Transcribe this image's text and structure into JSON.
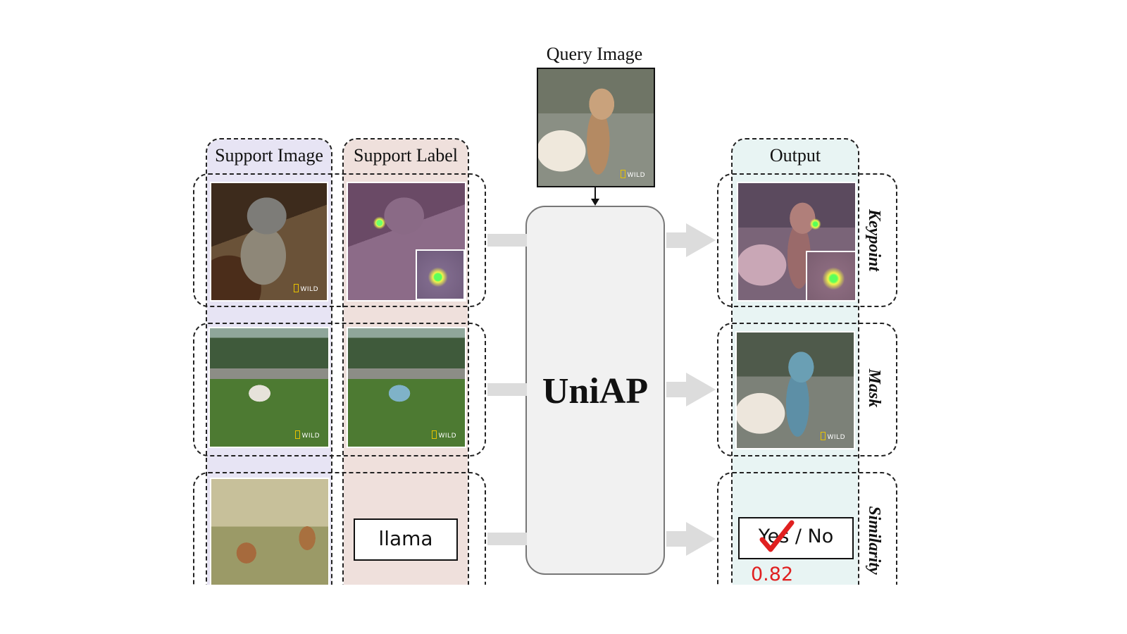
{
  "query": {
    "title": "Query Image"
  },
  "support_image": {
    "title": "Support Image"
  },
  "support_label": {
    "title": "Support Label",
    "text_label": "llama"
  },
  "model": {
    "name": "UniAP"
  },
  "output": {
    "title": "Output",
    "answer_text": "Yes / No",
    "score": "0.82"
  },
  "tasks": {
    "keypoint": "Keypoint",
    "mask": "Mask",
    "similarity": "Similarity"
  },
  "watermark": "WILD",
  "colors": {
    "support_image_bg": "#e7e4f4",
    "support_label_bg": "#efe0dc",
    "output_bg": "#e8f4f3",
    "model_bg": "#f1f1f1",
    "arrow": "#dcdcdc",
    "score": "#e02020",
    "check": "#e02020"
  }
}
